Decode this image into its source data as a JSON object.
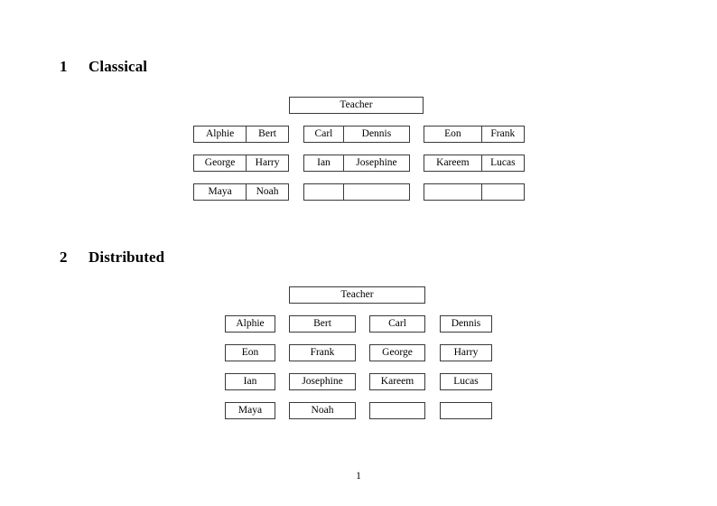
{
  "document": {
    "page_number": "1"
  },
  "sections": [
    {
      "number": "1",
      "title": "Classical",
      "teacher": {
        "label": "Teacher"
      },
      "columns": [
        {
          "rows": [
            {
              "left": "Alphie",
              "right": "Bert"
            },
            {
              "left": "George",
              "right": "Harry"
            },
            {
              "left": "Maya",
              "right": "Noah"
            }
          ]
        },
        {
          "rows": [
            {
              "left": "Carl",
              "right": "Dennis"
            },
            {
              "left": "Ian",
              "right": "Josephine"
            },
            {
              "left": "",
              "right": ""
            }
          ]
        },
        {
          "rows": [
            {
              "left": "Eon",
              "right": "Frank"
            },
            {
              "left": "Kareem",
              "right": "Lucas"
            },
            {
              "left": "",
              "right": ""
            }
          ]
        }
      ]
    },
    {
      "number": "2",
      "title": "Distributed",
      "teacher": {
        "label": "Teacher"
      },
      "grid": [
        [
          "Alphie",
          "Bert",
          "Carl",
          "Dennis"
        ],
        [
          "Eon",
          "Frank",
          "George",
          "Harry"
        ],
        [
          "Ian",
          "Josephine",
          "Kareem",
          "Lucas"
        ],
        [
          "Maya",
          "Noah",
          "",
          ""
        ]
      ]
    }
  ]
}
